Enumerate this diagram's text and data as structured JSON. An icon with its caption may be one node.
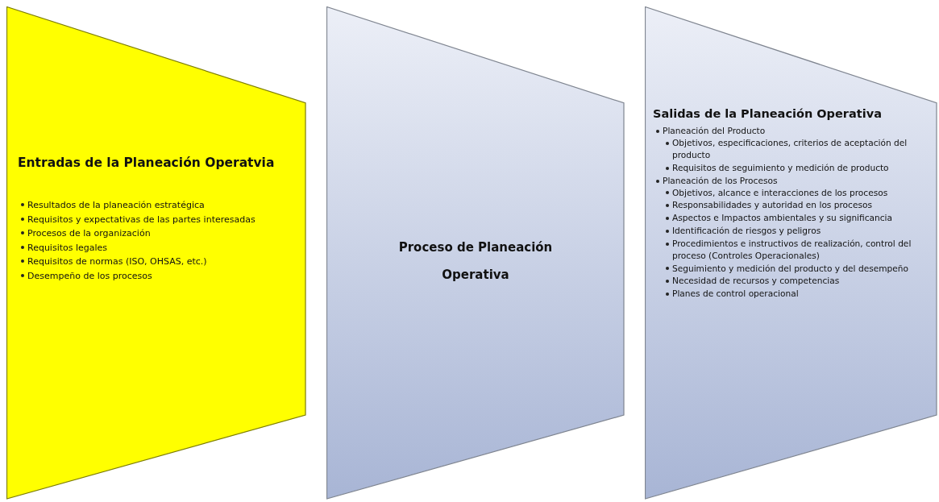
{
  "diagram": {
    "nodes": [
      {
        "text": [
          "Entradas de la Planeación Operatvia",
          "Resultados de la planeación estratégica",
          "Requisitos y expectativas de las partes interesadas",
          "Procesos de la organización",
          "Requisitos legales",
          "Requisitos de normas (ISO, OHSAS, etc.)",
          "Desempeño de los procesos"
        ]
      },
      {
        "text": [
          "Proceso de Planeación Operativa"
        ]
      },
      {
        "text": [
          "Salidas de la Planeación Operativa",
          "Planeación del Producto",
          "Objetivos, especificaciones, criterios de aceptación del producto",
          "Requisitos de seguimiento y medición de producto",
          "Planeación de los Procesos",
          "Objetivos, alcance e interacciones de los procesos",
          "Responsabilidades y autoridad en los procesos",
          "Aspectos e Impactos ambientales y su significancia",
          "Identificación de riesgos y peligros",
          "Procedimientos e instructivos de realización, control del proceso (Controles Operacionales)",
          "Seguimiento y medición del producto y del desempeño",
          "Necesidad de recursos y competencias",
          "Planes de control operacional"
        ]
      }
    ]
  }
}
